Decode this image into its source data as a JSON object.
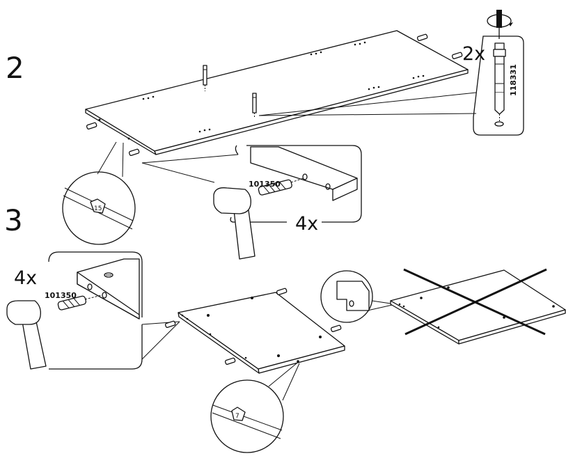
{
  "steps": {
    "step2": {
      "number": "2",
      "cam_quantity": "2x",
      "cam_part_number": "118331",
      "dowel_quantity": "4x",
      "dowel_part_number": "101350",
      "edge_marker": "15"
    },
    "step3": {
      "number": "3",
      "dowel_quantity": "4x",
      "dowel_part_number": "101350",
      "edge_marker": "7"
    }
  }
}
